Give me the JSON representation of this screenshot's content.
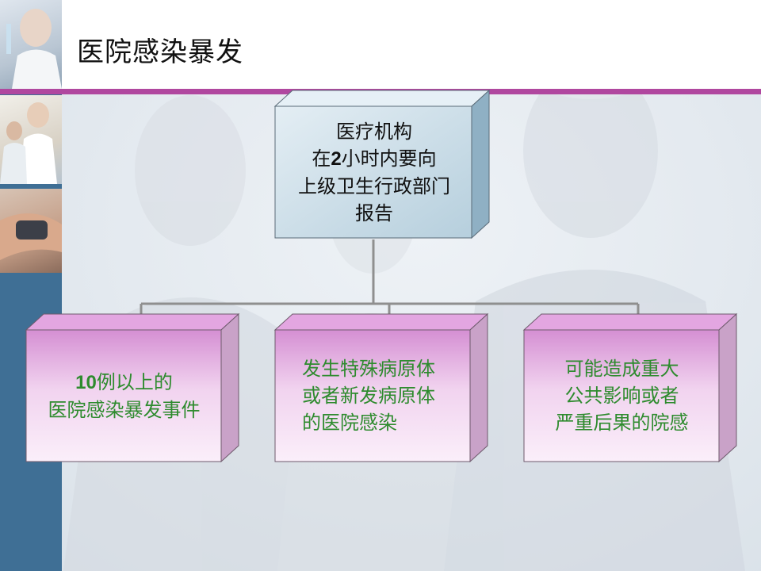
{
  "slide": {
    "title": "医院感染暴发"
  },
  "diagram": {
    "root": {
      "lines": [
        "医疗机构",
        "在",
        "2",
        "小时内要向",
        "上级卫生行政部门",
        "报告"
      ]
    },
    "children": [
      {
        "lines": [
          "10",
          "例以上的",
          "医院感染暴发事件"
        ]
      },
      {
        "lines": [
          "发生特殊病原体",
          "或者新发病原体",
          "的医院感染"
        ]
      },
      {
        "lines": [
          "可能造成重大",
          "公共影响或者",
          "严重后果的院感"
        ]
      }
    ]
  },
  "colors": {
    "accent_bar": "#b0479f",
    "root_box": "#c9dbe6",
    "child_box": "#ecc8ea",
    "child_text": "#2e8b2e",
    "left_strip": "#3f6f95"
  }
}
